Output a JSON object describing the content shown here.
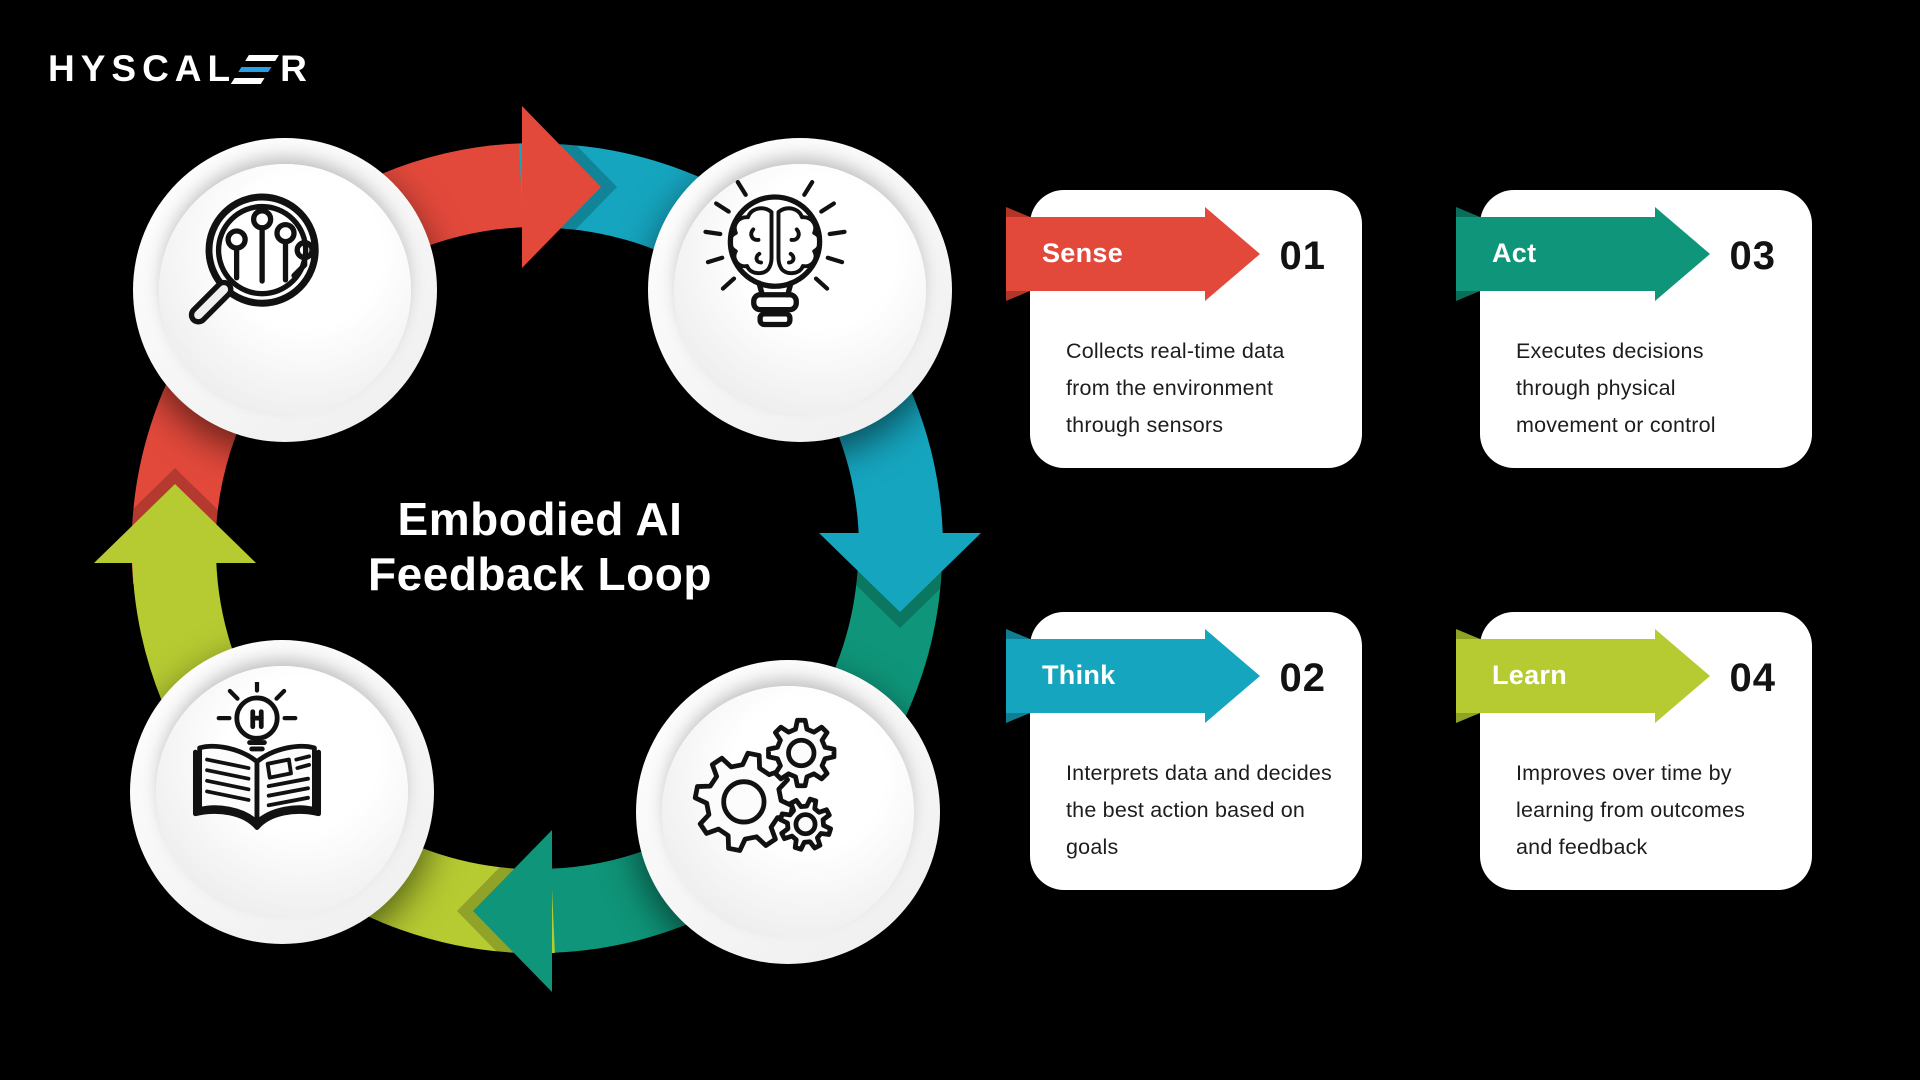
{
  "background": "#000000",
  "logo": {
    "name": "HYSCALER",
    "prefix": "HYSCAL",
    "suffix": "R",
    "bar_color": "#279FE6",
    "text_color": "#FFFFFF"
  },
  "title": {
    "text": "Embodied AI\nFeedback Loop",
    "color": "#FFFFFF"
  },
  "loop": {
    "direction": "clockwise",
    "segments": [
      {
        "step": "Sense",
        "color": "#E2493B"
      },
      {
        "step": "Think",
        "color": "#16A5BF"
      },
      {
        "step": "Act",
        "color": "#0F9579"
      },
      {
        "step": "Learn",
        "color": "#B6CB32"
      }
    ],
    "nodes": [
      {
        "icon": "search-circuit-icon",
        "position": "top-left"
      },
      {
        "icon": "brain-bulb-icon",
        "position": "top-right"
      },
      {
        "icon": "gears-icon",
        "position": "bottom-right"
      },
      {
        "icon": "book-bulb-icon",
        "position": "bottom-left"
      }
    ]
  },
  "cards": [
    {
      "label": "Sense",
      "number": "01",
      "description": "Collects real-time data\nfrom the environment\nthrough sensors",
      "color": "#E2493B",
      "fold": "#B23527"
    },
    {
      "label": "Act",
      "number": "03",
      "description": "Executes decisions\nthrough physical\nmovement or control",
      "color": "#0F9579",
      "fold": "#0A6F5A"
    },
    {
      "label": "Think",
      "number": "02",
      "description": "Interprets data and decides\nthe best action based on\ngoals",
      "color": "#16A5BF",
      "fold": "#0F7E93"
    },
    {
      "label": "Learn",
      "number": "04",
      "description": "Improves over time by\nlearning from outcomes\nand feedback",
      "color": "#B6CB32",
      "fold": "#8FA324"
    }
  ]
}
